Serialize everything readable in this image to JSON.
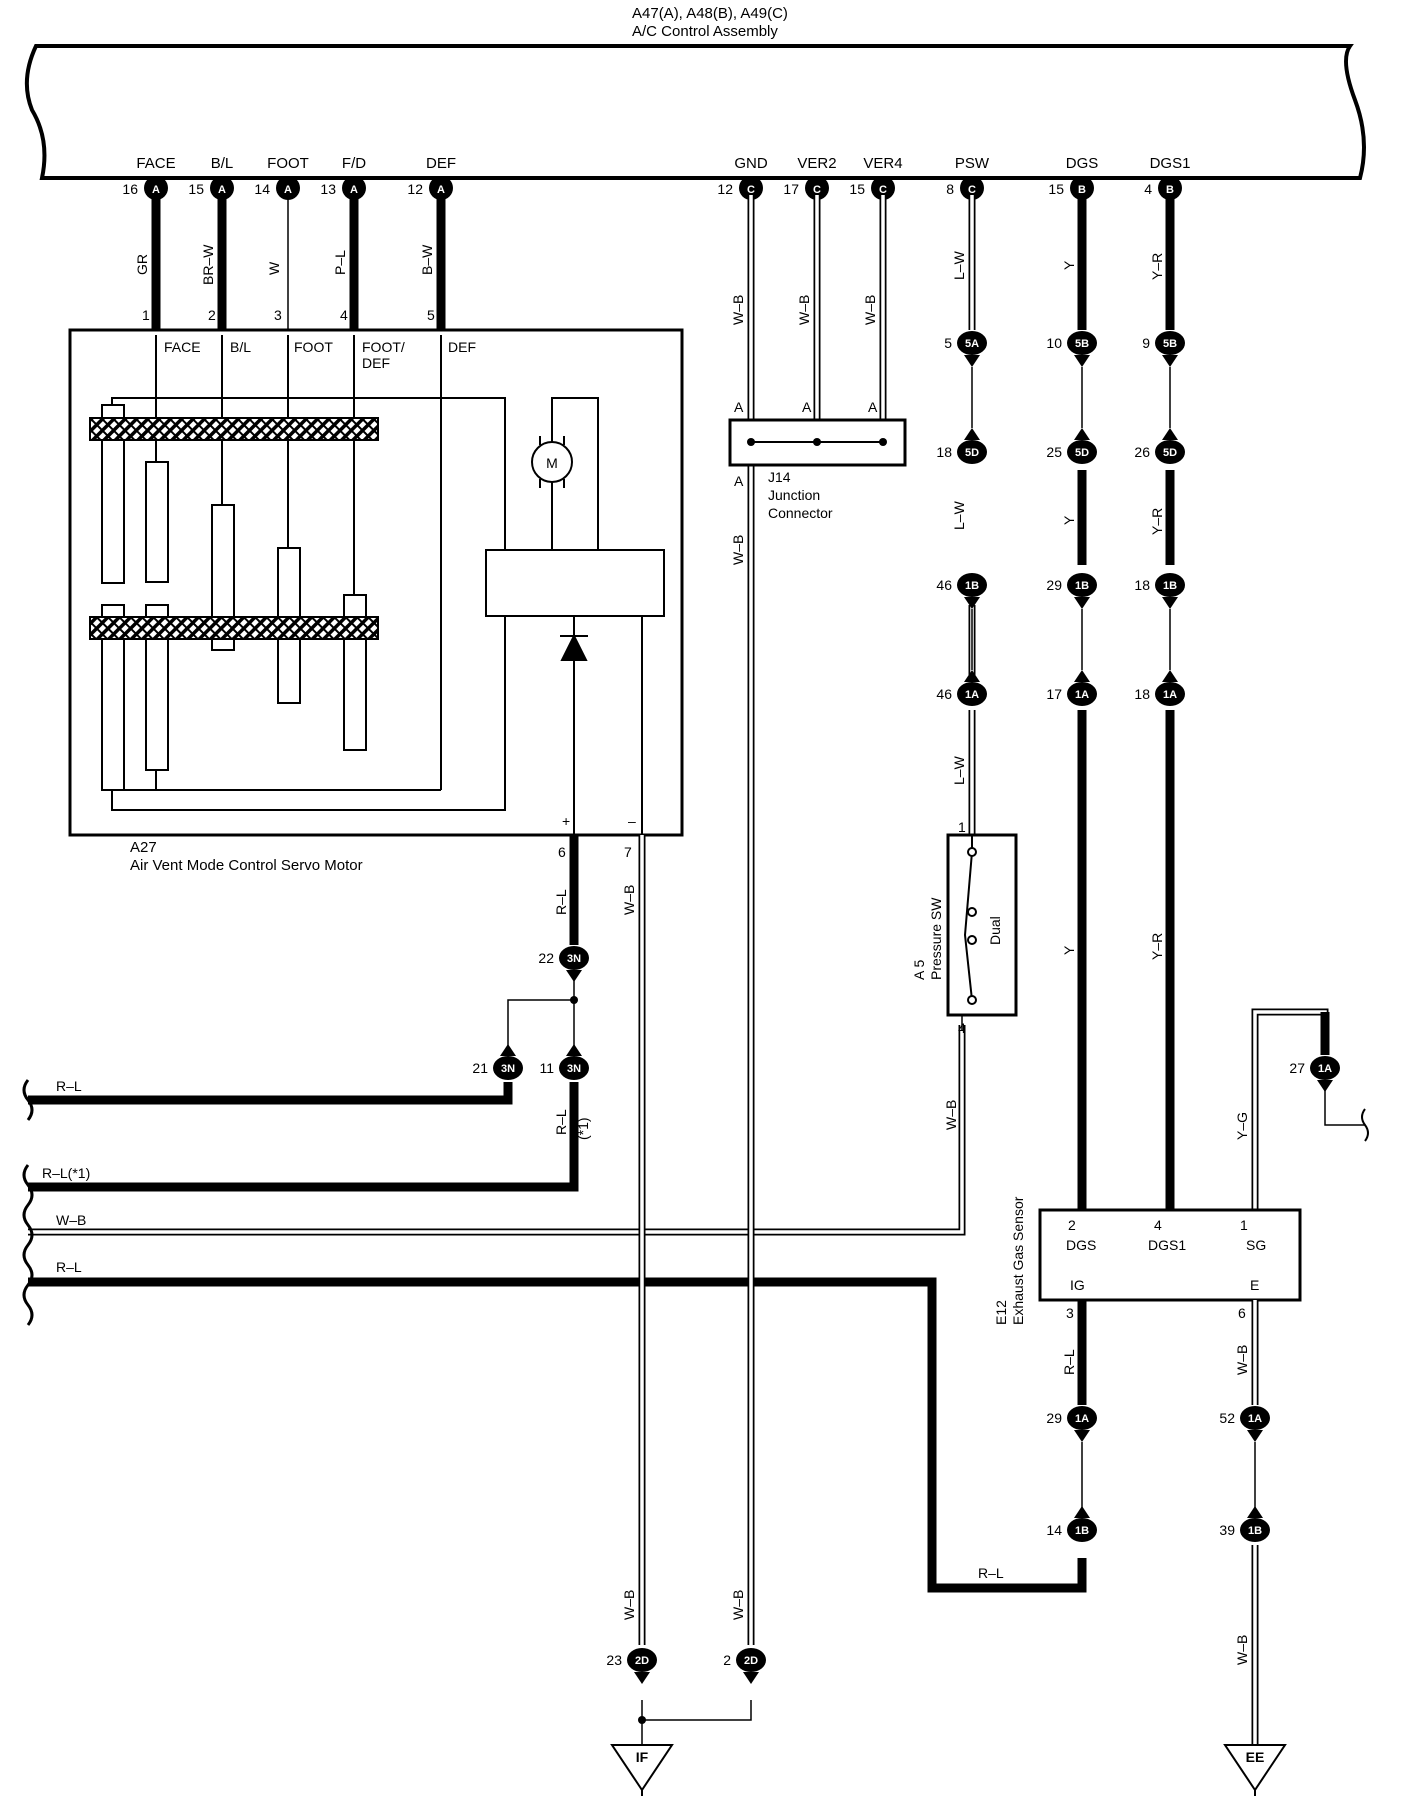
{
  "assembly": {
    "id": "A47(A), A48(B), A49(C)",
    "name": "A/C Control Assembly",
    "terminals": [
      {
        "name": "FACE",
        "pin": "16",
        "conn": "A"
      },
      {
        "name": "B/L",
        "pin": "15",
        "conn": "A"
      },
      {
        "name": "FOOT",
        "pin": "14",
        "conn": "A"
      },
      {
        "name": "F/D",
        "pin": "13",
        "conn": "A"
      },
      {
        "name": "DEF",
        "pin": "12",
        "conn": "A"
      },
      {
        "name": "GND",
        "pin": "12",
        "conn": "C"
      },
      {
        "name": "VER2",
        "pin": "17",
        "conn": "C"
      },
      {
        "name": "VER4",
        "pin": "15",
        "conn": "C"
      },
      {
        "name": "PSW",
        "pin": "8",
        "conn": "C"
      },
      {
        "name": "DGS",
        "pin": "15",
        "conn": "B"
      },
      {
        "name": "DGS1",
        "pin": "4",
        "conn": "B"
      }
    ]
  },
  "servo": {
    "id": "A27",
    "name": "Air Vent Mode Control Servo Motor",
    "pins": [
      "1",
      "2",
      "3",
      "4",
      "5"
    ],
    "labels": [
      "FACE",
      "B/L",
      "FOOT",
      "FOOT/",
      "DEF"
    ],
    "label_def2": "DEF",
    "wires": [
      "GR",
      "BR–W",
      "W",
      "P–L",
      "B–W"
    ],
    "motor": "M",
    "plus": "+",
    "minus": "–",
    "pin6": "6",
    "pin7": "7"
  },
  "junction": {
    "id": "J14",
    "line1": "Junction",
    "line2": "Connector",
    "pin": "A",
    "wire": "W–B"
  },
  "pressure_sw": {
    "id": "A 5",
    "name": "Pressure SW",
    "type": "Dual",
    "pin1": "1",
    "pin4": "4"
  },
  "sensor": {
    "id": "E12",
    "name": "Exhaust Gas Sensor",
    "terms": [
      "DGS",
      "DGS1",
      "SG",
      "IG",
      "E"
    ],
    "pins": [
      "2",
      "4",
      "1",
      "3",
      "6"
    ]
  },
  "connectors": {
    "c5A": {
      "pin": "5",
      "id": "5A"
    },
    "c5B_a": {
      "pin": "10",
      "id": "5B"
    },
    "c5B_b": {
      "pin": "9",
      "id": "5B"
    },
    "c5D_a": {
      "pin": "18",
      "id": "5D"
    },
    "c5D_b": {
      "pin": "25",
      "id": "5D"
    },
    "c5D_c": {
      "pin": "26",
      "id": "5D"
    },
    "c1B_a": {
      "pin": "46",
      "id": "1B"
    },
    "c1B_b": {
      "pin": "29",
      "id": "1B"
    },
    "c1B_c": {
      "pin": "18",
      "id": "1B"
    },
    "c1A_a": {
      "pin": "46",
      "id": "1A"
    },
    "c1A_b": {
      "pin": "17",
      "id": "1A"
    },
    "c1A_c": {
      "pin": "18",
      "id": "1A"
    },
    "c1A_d": {
      "pin": "27",
      "id": "1A"
    },
    "c3N_a": {
      "pin": "22",
      "id": "3N"
    },
    "c3N_b": {
      "pin": "21",
      "id": "3N"
    },
    "c3N_c": {
      "pin": "11",
      "id": "3N"
    },
    "c1A_e": {
      "pin": "29",
      "id": "1A"
    },
    "c1A_f": {
      "pin": "52",
      "id": "1A"
    },
    "c1B_d": {
      "pin": "14",
      "id": "1B"
    },
    "c1B_e": {
      "pin": "39",
      "id": "1B"
    },
    "c2D_a": {
      "pin": "23",
      "id": "2D"
    },
    "c2D_b": {
      "pin": "2",
      "id": "2D"
    }
  },
  "wire_labels": {
    "lw": "L–W",
    "y": "Y",
    "yr": "Y–R",
    "rl": "R–L",
    "wb": "W–B",
    "yg": "Y–G",
    "rl_star": "(*1)",
    "rl1": "R–L(*1)"
  },
  "grounds": {
    "left": "IF",
    "right": "EE"
  }
}
